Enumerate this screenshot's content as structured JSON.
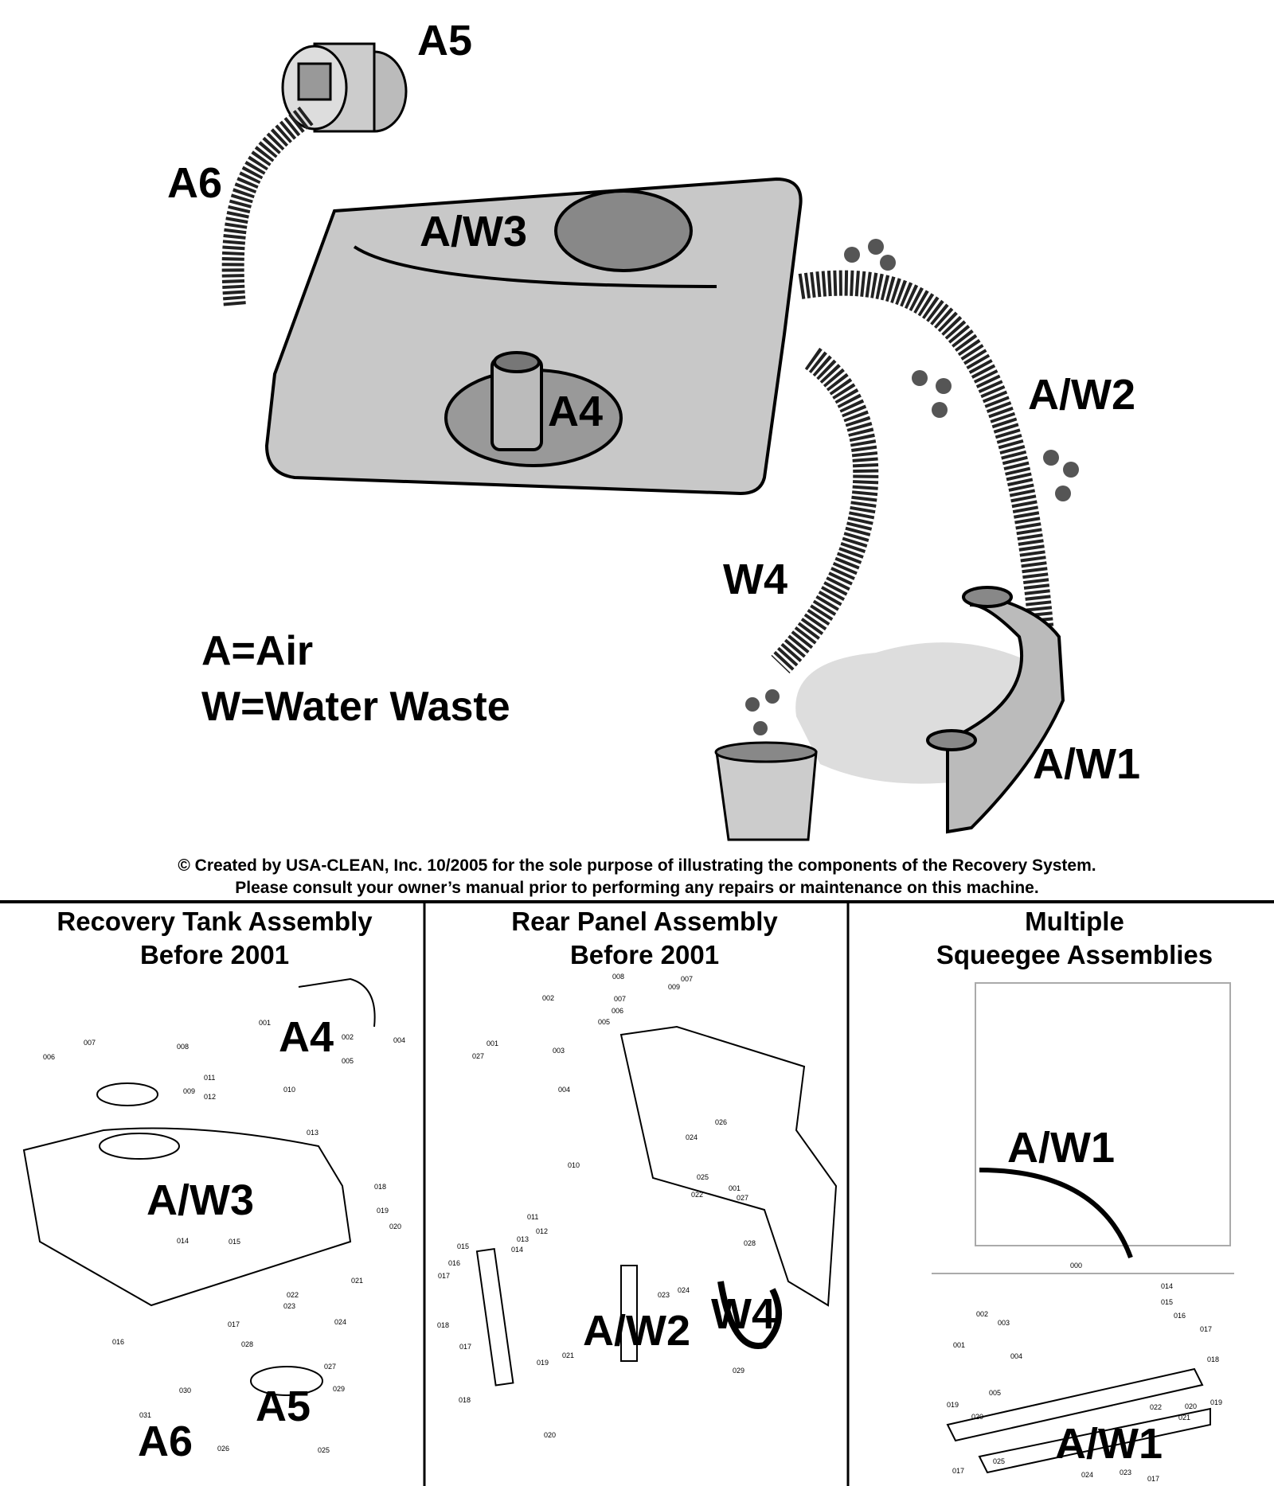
{
  "diagram": {
    "labels": {
      "a5": "A5",
      "a6": "A6",
      "aw3": "A/W3",
      "a4": "A4",
      "aw2": "A/W2",
      "w4": "W4",
      "aw1": "A/W1"
    },
    "legend": {
      "air": "A=Air",
      "water": "W=Water Waste"
    },
    "footer": {
      "line1": "© Created by USA-CLEAN, Inc. 10/2005 for the sole purpose of illustrating the components of the Recovery System.",
      "line2": "Please consult your owner’s manual prior to performing any repairs or maintenance on this machine."
    }
  },
  "panels": [
    {
      "title_line1": "Recovery Tank Assembly",
      "title_line2": "Before 2001",
      "overlay_labels": [
        "A4",
        "A/W3",
        "A5",
        "A6"
      ],
      "parts": [
        "008",
        "007",
        "006",
        "009",
        "011",
        "012",
        "010",
        "001",
        "002",
        "004",
        "005",
        "013",
        "018",
        "019",
        "020",
        "014",
        "015",
        "021",
        "022",
        "023",
        "024",
        "017",
        "016",
        "028",
        "027",
        "029",
        "030",
        "031",
        "026",
        "025"
      ]
    },
    {
      "title_line1": "Rear Panel Assembly",
      "title_line2": "Before 2001",
      "overlay_labels": [
        "A/W2",
        "W4"
      ],
      "parts": [
        "008",
        "007",
        "002",
        "009",
        "007",
        "006",
        "005",
        "001",
        "027",
        "003",
        "004",
        "024",
        "026",
        "025",
        "010",
        "022",
        "001",
        "027",
        "011",
        "012",
        "013",
        "014",
        "015",
        "016",
        "017",
        "018",
        "028",
        "023",
        "024",
        "021",
        "029",
        "017",
        "019",
        "018",
        "020"
      ]
    },
    {
      "title_line1": "Multiple",
      "title_line2": "Squeegee Assemblies",
      "overlay_labels": [
        "A/W1",
        "A/W1"
      ],
      "parts": [
        "000",
        "014",
        "015",
        "016",
        "017",
        "018",
        "019",
        "020",
        "021",
        "022",
        "002",
        "003",
        "001",
        "004",
        "005",
        "025",
        "024",
        "023",
        "017",
        "017",
        "019",
        "020"
      ]
    }
  ],
  "colors": {
    "tank": "#c8c8c8",
    "hose": "#222222",
    "water": "#555555"
  }
}
